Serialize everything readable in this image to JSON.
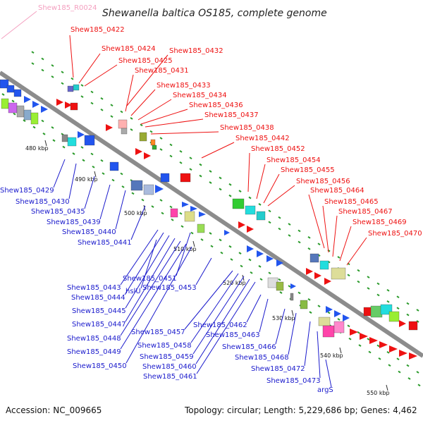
{
  "title": "Shewanella baltica OS185, complete genome",
  "footer": {
    "accession": "Accession: NC_009665",
    "topology": "Topology: circular; Length: 5,229,686 bp; Genes: 4,462"
  },
  "colors": {
    "red_label": "#ee1111",
    "blue_label": "#1a1acc",
    "pink_label": "#f4a0c0",
    "backbone": "#909090",
    "dots": "#2a9a2a"
  },
  "tick_labels": [
    "480 kbp",
    "490 kbp",
    "500 kbp",
    "510 kbp",
    "520 kbp",
    "530 kbp",
    "540 kbp",
    "550 kbp"
  ],
  "pink_labels": [
    "Shew185_R0024"
  ],
  "red_labels": [
    "Shew185_0422",
    "Shew185_0424",
    "Shew185_0425",
    "Shew185_0432",
    "Shew185_0431",
    "Shew185_0433",
    "Shew185_0434",
    "Shew185_0436",
    "Shew185_0437",
    "Shew185_0438",
    "Shew185_0442",
    "Shew185_0452",
    "Shew185_0454",
    "Shew185_0455",
    "Shew185_0456",
    "Shew185_0464",
    "Shew185_0465",
    "Shew185_0467",
    "Shew185_0469",
    "Shew185_0470"
  ],
  "blue_labels": [
    "Shew185_0429",
    "Shew185_0430",
    "Shew185_0435",
    "Shew185_0439",
    "Shew185_0440",
    "Shew185_0441",
    "Shew185_0443",
    "Shew185_0444",
    "Shew185_0445",
    "Shew185_0447",
    "Shew185_0448",
    "Shew185_0449",
    "Shew185_0450",
    "Shew185_0451",
    "hslU",
    "Shew185_0453",
    "Shew185_0457",
    "Shew185_0458",
    "Shew185_0459",
    "Shew185_0460",
    "Shew185_0461",
    "Shew185_0462",
    "Shew185_0463",
    "Shew185_0466",
    "Shew185_0468",
    "Shew185_0472",
    "Shew185_0473",
    "argS"
  ]
}
